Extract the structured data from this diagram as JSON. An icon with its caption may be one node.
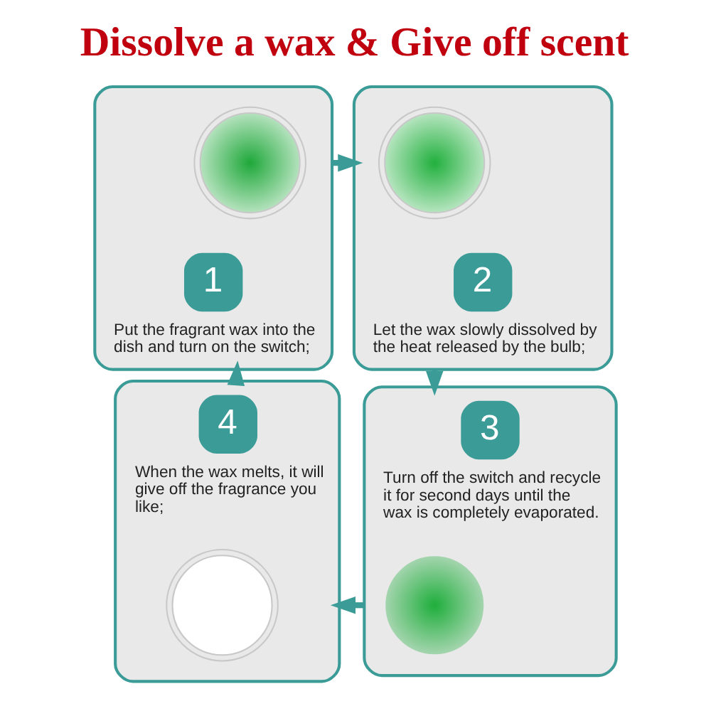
{
  "diagram": {
    "title": "Dissolve a wax & Give off scent",
    "nodes": [
      {
        "text": [
          "1",
          "Put the fragrant wax into the dish and turn on the switch;"
        ]
      },
      {
        "text": [],
        "shape": "picture",
        "in": 0
      },
      {
        "text": [
          "2",
          "Let the wax slowly dissolved by the heat released by the bulb;"
        ]
      },
      {
        "text": [],
        "shape": "picture",
        "in": 2
      },
      {
        "text": [
          "3",
          "Turn off the switch and recycle it for second days until the wax is completely evaporated."
        ]
      },
      {
        "text": [],
        "shape": "picture",
        "in": 4
      },
      {
        "text": [
          "4",
          "When the wax melts, it will give off the fragrance you like;"
        ]
      },
      {
        "text": [],
        "shape": "picture",
        "in": 6
      }
    ],
    "edges": [
      {
        "from": 0,
        "to": 2,
        "arrow": "to"
      },
      {
        "from": 2,
        "to": 4,
        "arrow": "to"
      },
      {
        "from": 4,
        "to": 6,
        "arrow": "to"
      },
      {
        "from": 6,
        "to": 0,
        "arrow": "to"
      }
    ]
  }
}
